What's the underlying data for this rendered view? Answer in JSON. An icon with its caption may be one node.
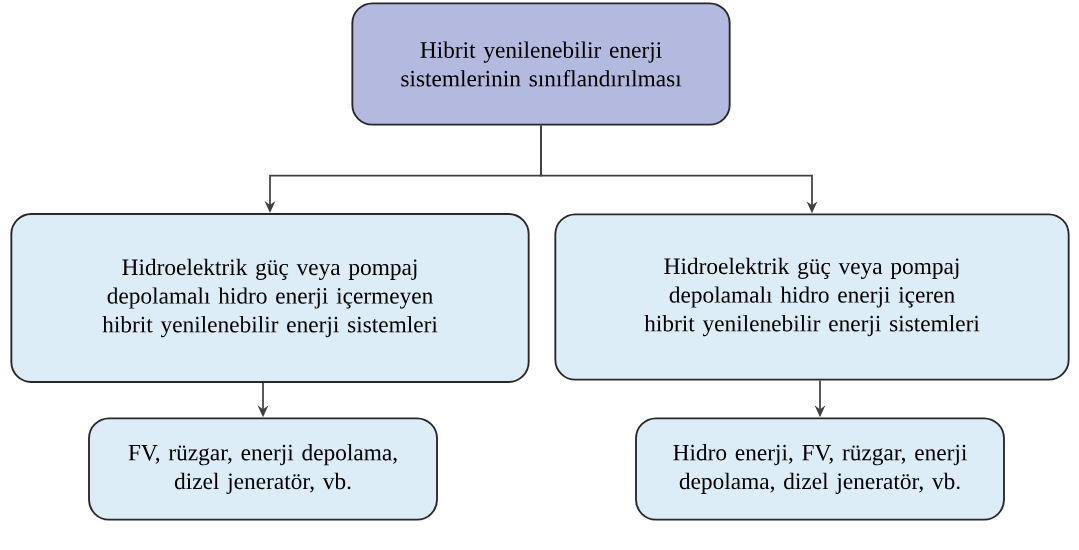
{
  "diagram": {
    "nodes": [
      {
        "text": [
          "Hibrit yenilenebilir enerji sistemlerinin sınıflandırılması"
        ]
      },
      {
        "text": [
          "Hidroelektrik güç veya pompaj depolamalı hidro enerji içermeyen hibrit yenilenebilir enerji sistemleri"
        ]
      },
      {
        "text": [
          "Hidroelektrik güç veya pompaj depolamalı hidro enerji içeren hibrit yenilenebilir enerji sistemleri"
        ]
      },
      {
        "text": [
          "FV, rüzgar, enerji depolama, dizel jeneratör, vb."
        ]
      },
      {
        "text": [
          "Hidro enerji, FV, rüzgar, enerji depolama, dizel jeneratör, vb."
        ]
      }
    ],
    "edges": [
      {
        "from": 0,
        "to": 1,
        "arrow": "to"
      },
      {
        "from": 0,
        "to": 2,
        "arrow": "to"
      },
      {
        "from": 1,
        "to": 3,
        "arrow": "to"
      },
      {
        "from": 2,
        "to": 4,
        "arrow": "to"
      }
    ]
  }
}
